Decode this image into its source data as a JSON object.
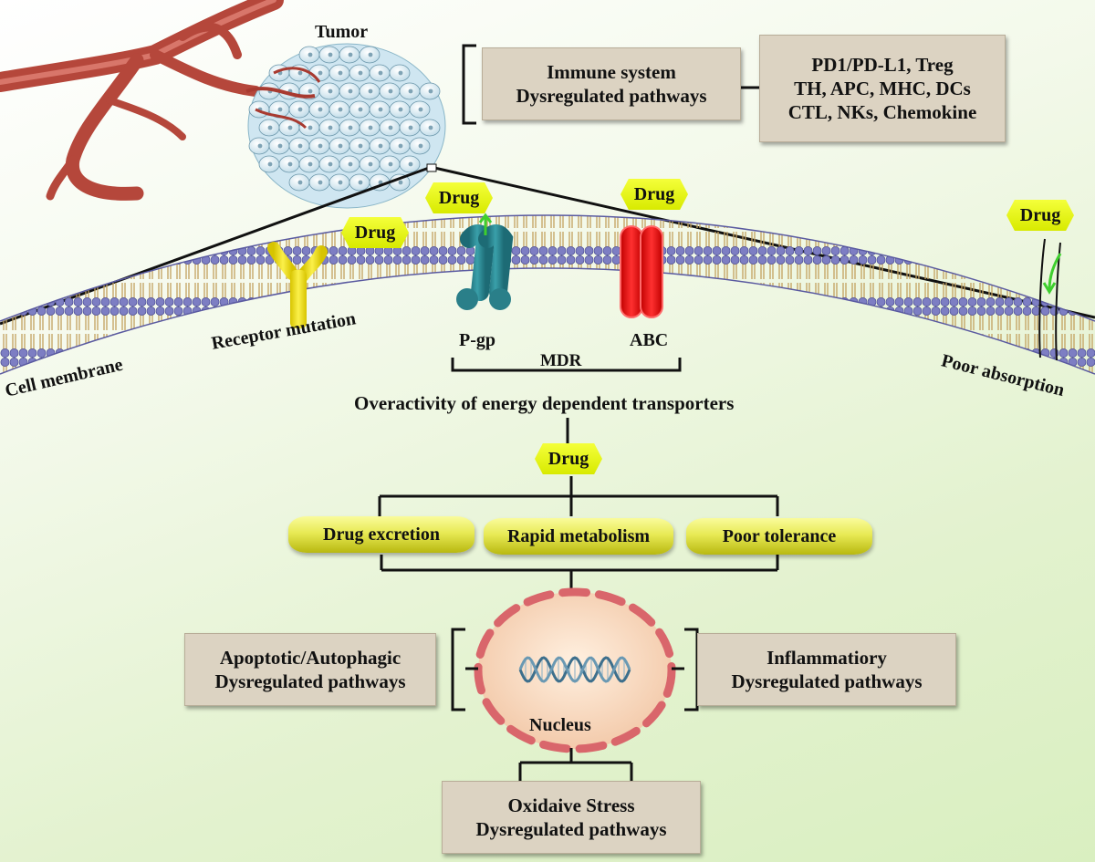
{
  "labels": {
    "tumor": "Tumor",
    "receptor_mutation": "Receptor mutation",
    "cell_membrane": "Cell membrane",
    "pgp": "P-gp",
    "abc": "ABC",
    "mdr": "MDR",
    "poor_absorption": "Poor absorption",
    "overactivity": "Overactivity of energy dependent transporters",
    "nucleus": "Nucleus"
  },
  "boxes": {
    "immune": {
      "line1": "Immune system",
      "line2": "Dysregulated pathways"
    },
    "immune_factors": {
      "line1": "PD1/PD-L1, Treg",
      "line2": "TH, APC, MHC, DCs",
      "line3": "CTL, NKs, Chemokine"
    },
    "apoptotic": {
      "line1": "Apoptotic/Autophagic",
      "line2": "Dysregulated pathways"
    },
    "inflammatory": {
      "line1": "Inflammatiory",
      "line2": "Dysregulated pathways"
    },
    "oxidative": {
      "line1": "Oxidaive Stress",
      "line2": "Dysregulated pathways"
    }
  },
  "drug_label": "Drug",
  "outcomes": {
    "excretion": "Drug excretion",
    "metabolism": "Rapid metabolism",
    "tolerance": "Poor tolerance"
  },
  "colors": {
    "receptor": "#f2e21a",
    "pgp": "#2e8b95",
    "abc": "#ee1111",
    "drug_tag": "#e6f20c",
    "vessel": "#b8473a"
  }
}
